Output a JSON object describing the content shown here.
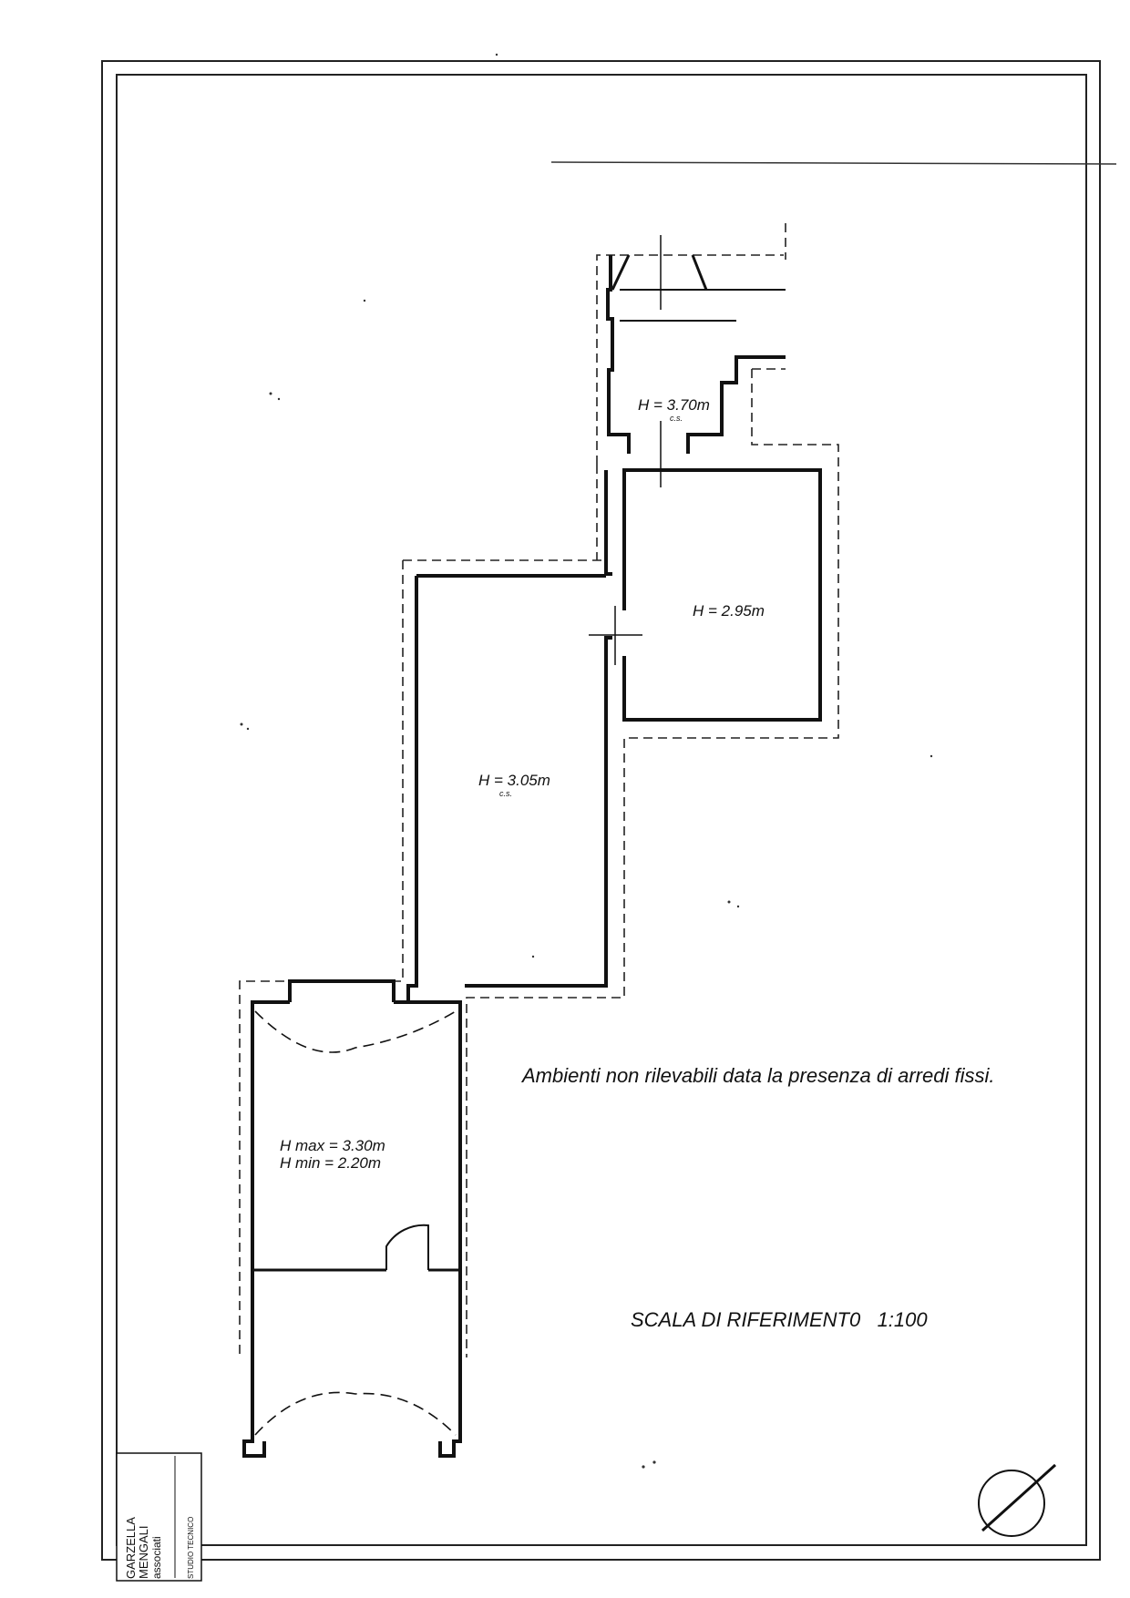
{
  "rooms": [
    {
      "id": "room-small",
      "height_label": "H = 3.70m",
      "note": "c.s."
    },
    {
      "id": "room-right",
      "height_label": "H = 2.95m",
      "note": ""
    },
    {
      "id": "room-central",
      "height_label": "H = 3.05m",
      "note": "c.s."
    },
    {
      "id": "room-bottom",
      "height_max_label": "H max = 3.30m",
      "height_min_label": "H min = 2.20m"
    }
  ],
  "notes": {
    "fixed_furniture": "Ambienti non rilevabili data la presenza di arredi fissi.",
    "scale": "SCALA DI RIFERIMENT0   1:100"
  },
  "stamp": {
    "line1": "GARZELLA",
    "line2": "MENGALI",
    "line3": "associati",
    "line4": "STUDIO TECNICO"
  },
  "colors": {
    "ink": "#111111",
    "paper": "#ffffff"
  }
}
